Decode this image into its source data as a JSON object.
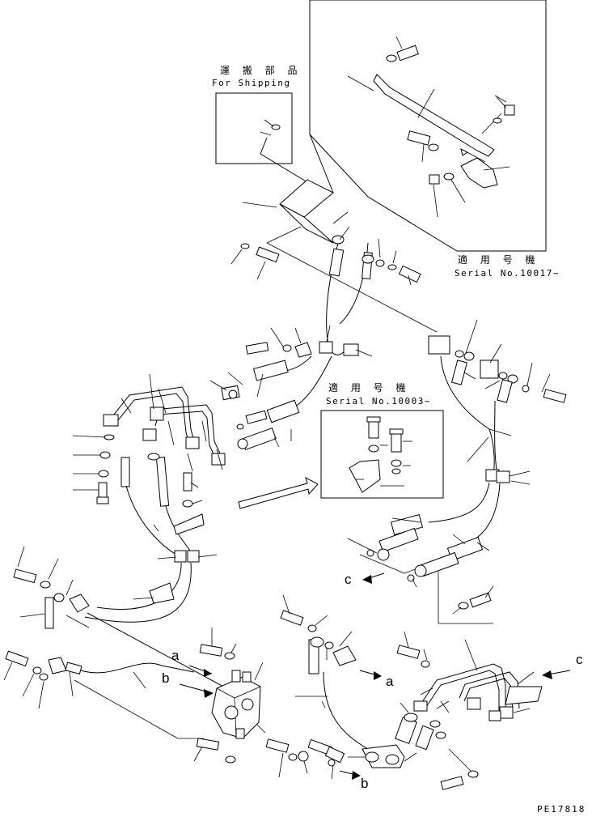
{
  "notes": {
    "shipping_jp": "運 搬 部 品",
    "shipping_en": "For Shipping",
    "serial1_jp": "適 用 号 機",
    "serial1_en": "Serial No.10017~",
    "serial2_jp": "適 用 号 機",
    "serial2_en": "Serial No.10003~"
  },
  "callouts": {
    "a": "a",
    "b": "b",
    "c": "c"
  },
  "drawing_code": "PE17818"
}
